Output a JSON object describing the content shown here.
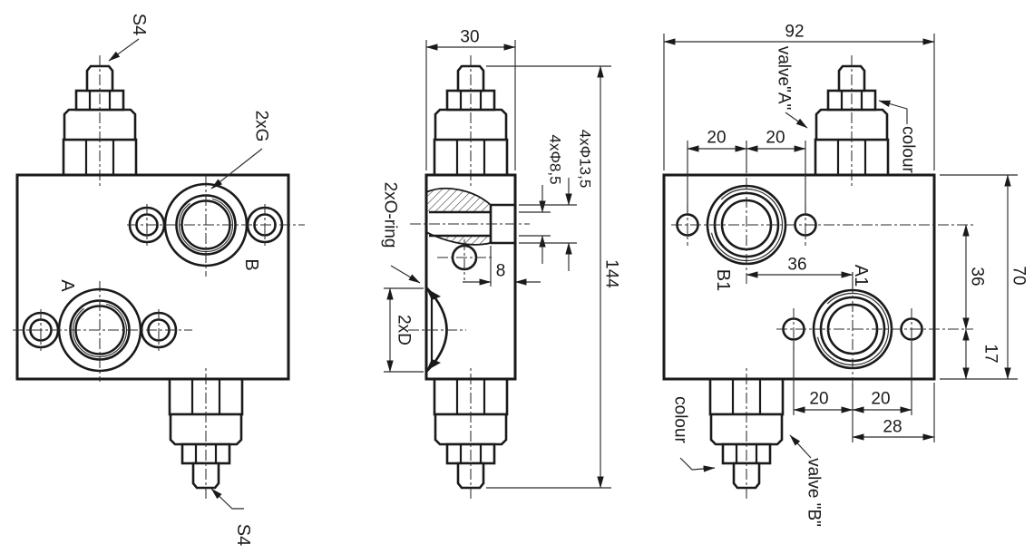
{
  "views": {
    "front": {
      "label_s4_top": "S4",
      "label_2xg": "2xG",
      "label_b": "B",
      "label_a": "A",
      "label_s4_bottom": "S4"
    },
    "side": {
      "dim_width": "30",
      "dim_cbore": "4xΦ13,5",
      "dim_bore": "4xΦ8,5",
      "label_oring": "2xO-ring",
      "dim_cbore_depth": "8",
      "dim_boss": "2xD",
      "dim_height": "144"
    },
    "back": {
      "dim_width": "92",
      "label_valve_a": "valve\"A\"",
      "label_colour_top": "colour",
      "dim_b1_left": "20",
      "dim_b1_right": "20",
      "label_b1": "B1",
      "dim_ports_horizontal": "36",
      "label_a1": "A1",
      "dim_ports_vertical": "36",
      "dim_height": "70",
      "dim_a1_bottom": "17",
      "dim_a1_left": "20",
      "dim_a1_right": "20",
      "dim_a1_to_edge": "28",
      "label_colour_bottom": "colour",
      "label_valve_b": "valve \"B\""
    }
  }
}
